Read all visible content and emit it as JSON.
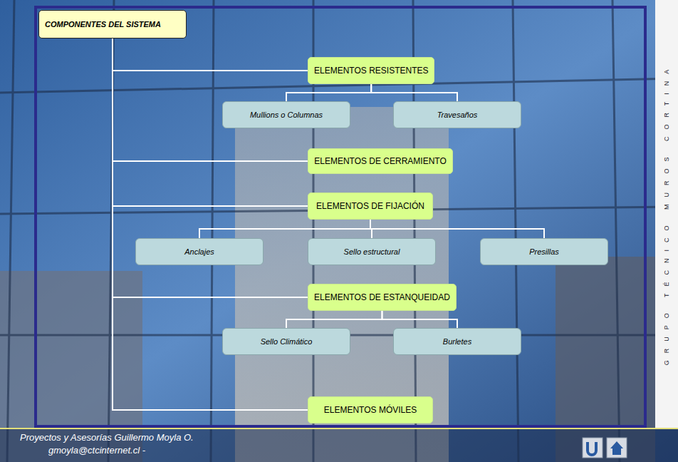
{
  "diagram": {
    "nodes": [
      {
        "text": [
          "COMPONENTES DEL SISTEMA"
        ]
      },
      {
        "text": [
          "ELEMENTOS RESISTENTES"
        ]
      },
      {
        "text": [
          "Mullions o Columnas"
        ]
      },
      {
        "text": [
          "Travesaños"
        ]
      },
      {
        "text": [
          "ELEMENTOS DE CERRAMIENTO"
        ]
      },
      {
        "text": [
          "ELEMENTOS DE FIJACIÓN"
        ]
      },
      {
        "text": [
          "Anclajes"
        ]
      },
      {
        "text": [
          "Sello estructural"
        ]
      },
      {
        "text": [
          "Presillas"
        ]
      },
      {
        "text": [
          "ELEMENTOS DE ESTANQUEIDAD"
        ]
      },
      {
        "text": [
          "Sello Climático"
        ]
      },
      {
        "text": [
          "Burletes"
        ]
      },
      {
        "text": [
          "ELEMENTOS MÓVILES"
        ]
      }
    ],
    "edges": [
      {
        "from": 0,
        "to": 1,
        "arrow": "none"
      },
      {
        "from": 1,
        "to": 2,
        "arrow": "none"
      },
      {
        "from": 1,
        "to": 3,
        "arrow": "none"
      },
      {
        "from": 0,
        "to": 4,
        "arrow": "none"
      },
      {
        "from": 0,
        "to": 5,
        "arrow": "none"
      },
      {
        "from": 5,
        "to": 6,
        "arrow": "none"
      },
      {
        "from": 5,
        "to": 7,
        "arrow": "none"
      },
      {
        "from": 5,
        "to": 8,
        "arrow": "none"
      },
      {
        "from": 0,
        "to": 9,
        "arrow": "none"
      },
      {
        "from": 9,
        "to": 10,
        "arrow": "none"
      },
      {
        "from": 9,
        "to": 11,
        "arrow": "none"
      },
      {
        "from": 0,
        "to": 12,
        "arrow": "none"
      }
    ],
    "labels": [
      "Proyectos y Asesorías Guillermo Moyla O.",
      "gmoyla@ctcinternet.cl -",
      "GRUPO TÉCNICO MUROS CORTINA"
    ]
  }
}
